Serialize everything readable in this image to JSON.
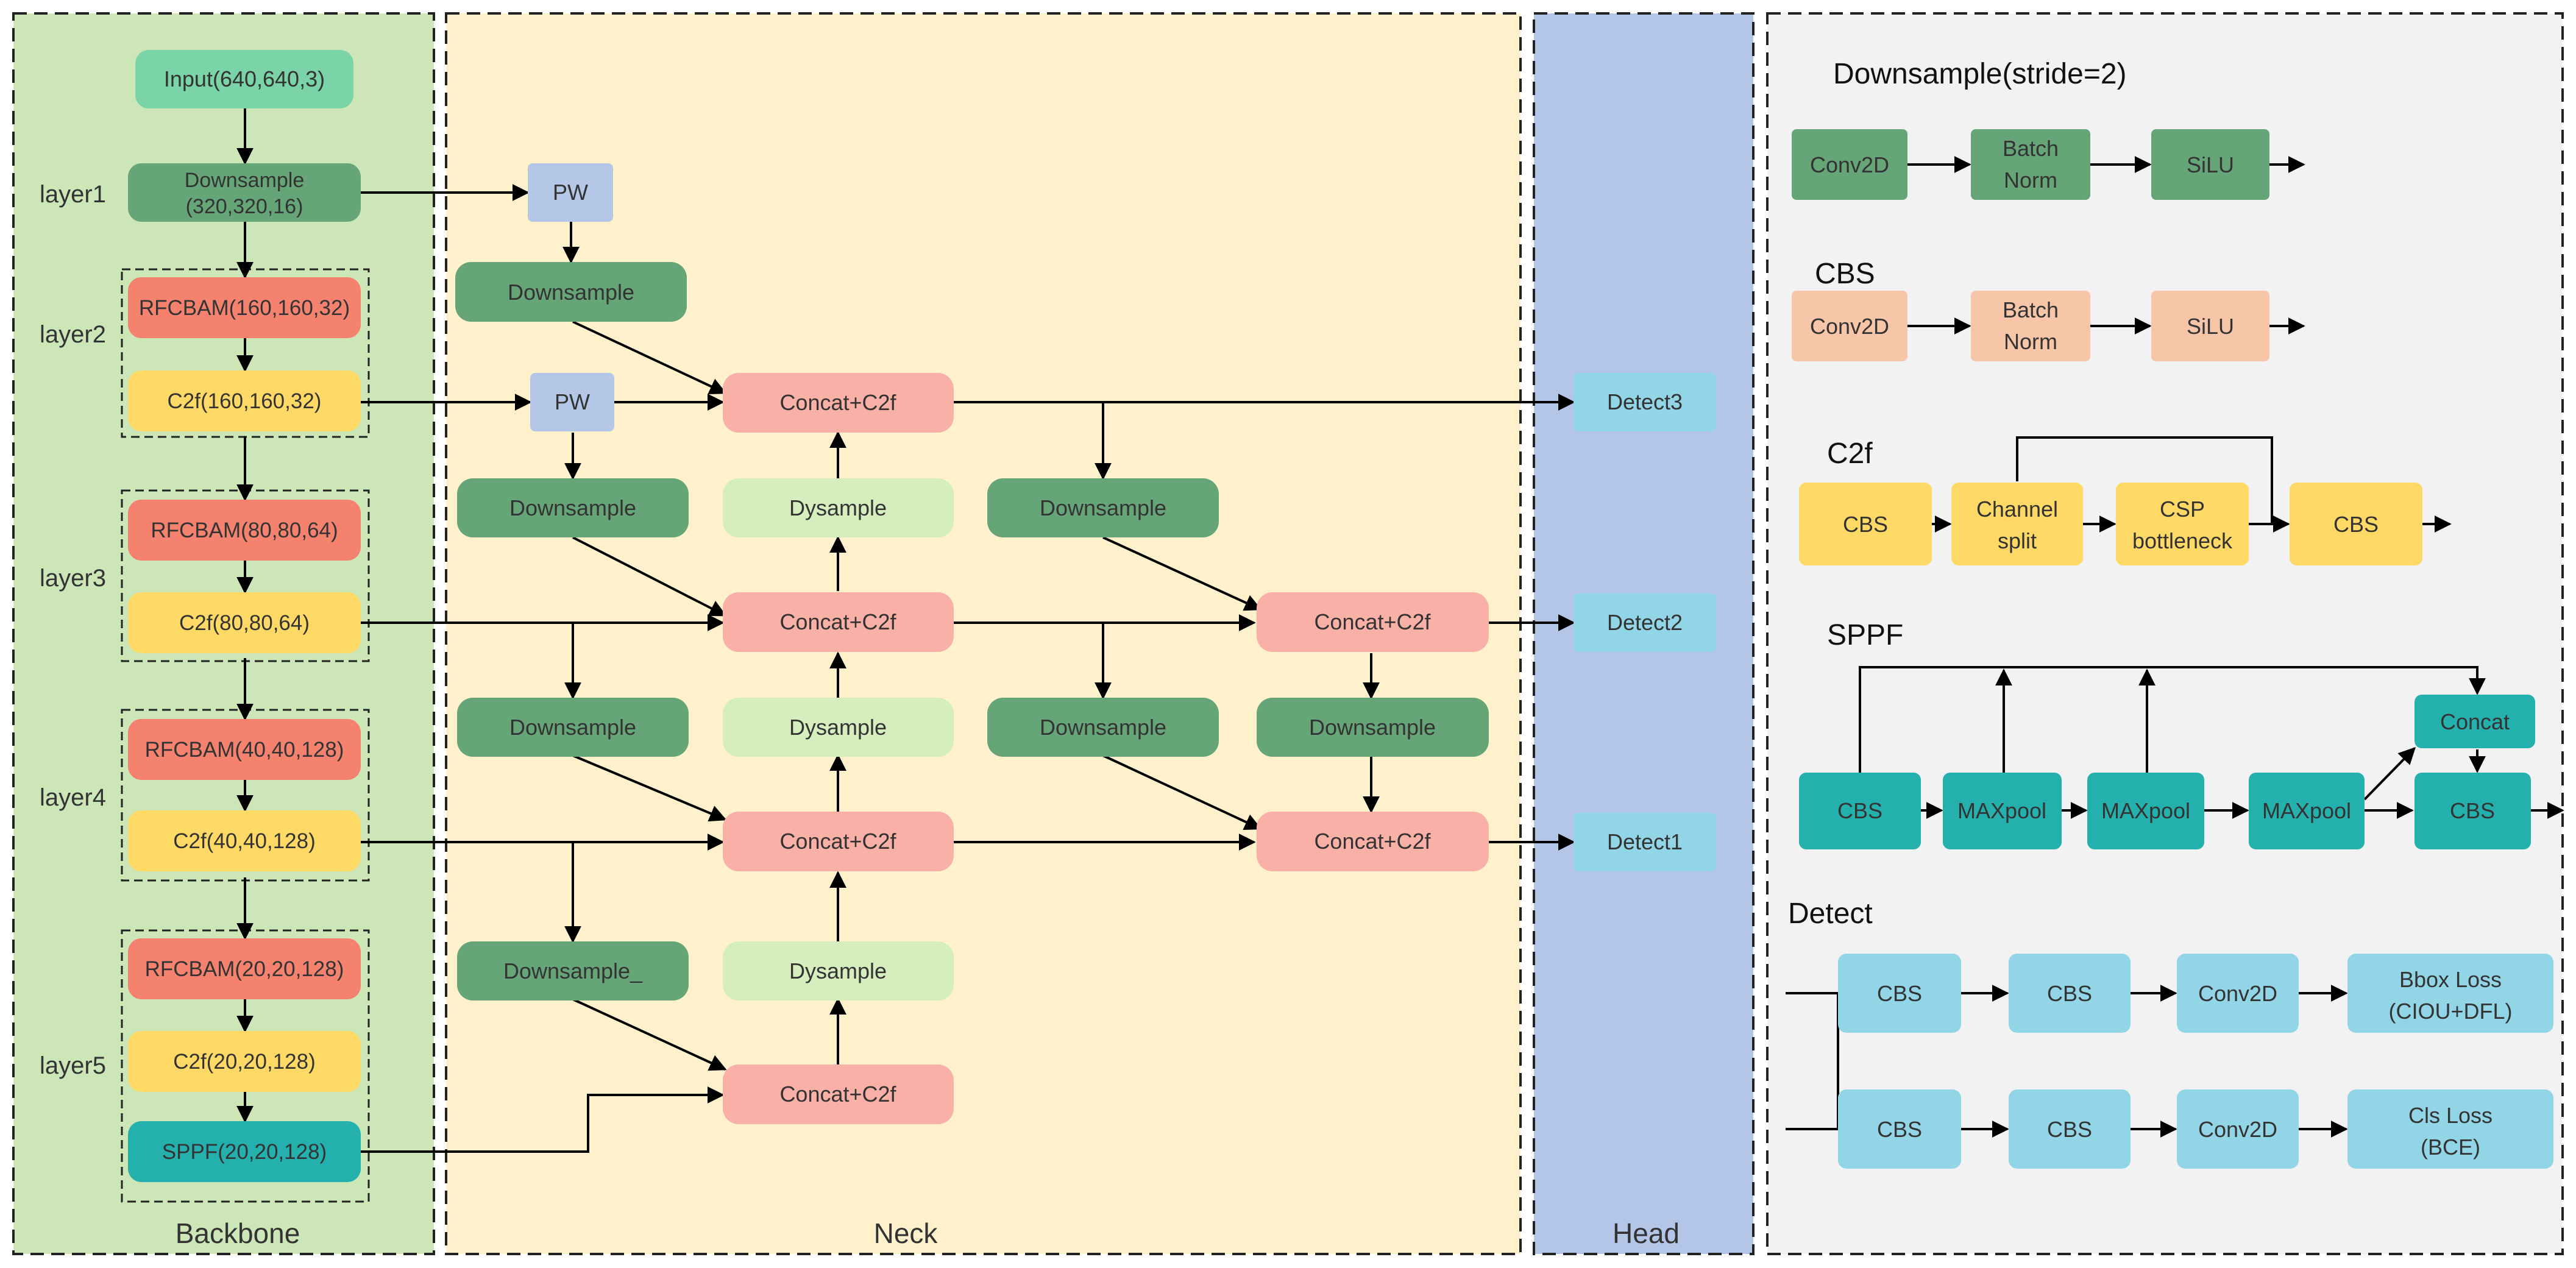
{
  "panels": {
    "backbone": "Backbone",
    "neck": "Neck",
    "head": "Head"
  },
  "layers": {
    "l1": "layer1",
    "l2": "layer2",
    "l3": "layer3",
    "l4": "layer4",
    "l5": "layer5"
  },
  "backbone": {
    "input": "Input(640,640,3)",
    "downsample_l1": "Downsample",
    "downsample_l2": "(320,320,16)",
    "rfcbam1": "RFCBAM(160,160,32)",
    "c2f1": "C2f(160,160,32)",
    "rfcbam2": "RFCBAM(80,80,64)",
    "c2f2": "C2f(80,80,64)",
    "rfcbam3": "RFCBAM(40,40,128)",
    "c2f3": "C2f(40,40,128)",
    "rfcbam4": "RFCBAM(20,20,128)",
    "c2f4": "C2f(20,20,128)",
    "sppf": "SPPF(20,20,128)"
  },
  "neck": {
    "pw": "PW",
    "downsample": "Downsample",
    "downsample_underscore": "Downsample_",
    "dysample": "Dysample",
    "concat": "Concat+C2f"
  },
  "head": {
    "detect3": "Detect3",
    "detect2": "Detect2",
    "detect1": "Detect1"
  },
  "legend": {
    "downsample_title": "Downsample(stride=2)",
    "cbs_title": "CBS",
    "c2f_title": "C2f",
    "sppf_title": "SPPF",
    "detect_title": "Detect",
    "conv2d": "Conv2D",
    "batch": "Batch",
    "norm": "Norm",
    "silu": "SiLU",
    "cbs": "CBS",
    "channel": "Channel",
    "split": "split",
    "csp": "CSP",
    "bottleneck": "bottleneck",
    "maxpool": "MAXpool",
    "concat": "Concat",
    "bbox1": "Bbox Loss",
    "bbox2": "(CIOU+DFL)",
    "cls1": "Cls Loss",
    "cls2": "(BCE)"
  },
  "colors": {
    "backbone_bg": "#CCE6B8",
    "neck_bg": "#FEF1CC",
    "head_bg": "#B4C6E7",
    "legend_bg": "#F2F2F2",
    "input": "#7BD3A8",
    "downsample": "#65A578",
    "rfcbam": "#F5826F",
    "c2f": "#FFD966",
    "sppf": "#24B0AD",
    "pw": "#B4C7E7",
    "concat": "#F9B1A7",
    "dysample": "#D6EDBE",
    "detect": "#92D5E6",
    "cbs_peach": "#F7C5A8"
  }
}
